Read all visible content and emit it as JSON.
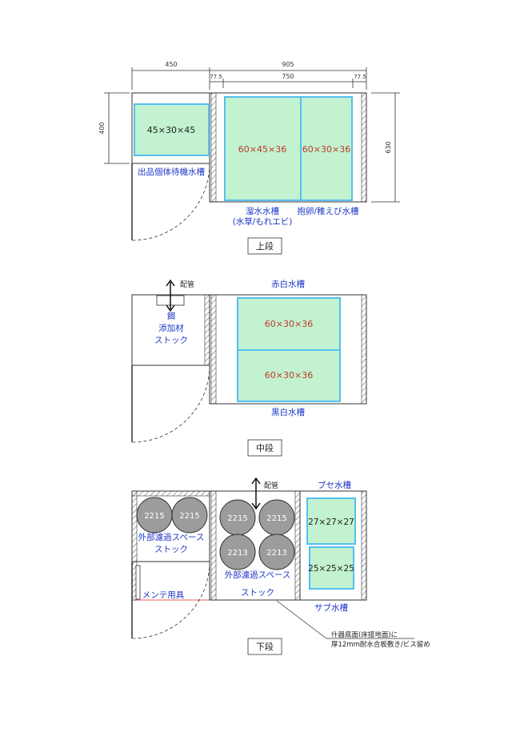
{
  "upper": {
    "dims": {
      "total_width": "905",
      "left_width": "450",
      "margin_left": "77.5",
      "inner_width": "750",
      "margin_right": "77.5",
      "height_left": "400",
      "height_right": "630"
    },
    "tank_small": "45×30×45",
    "tank_main": "60×45×36",
    "tank_side": "60×30×36",
    "label_small": "出品個体待機水槽",
    "label_main_1": "溜水水槽",
    "label_main_2": "(水草/もれエビ)",
    "label_side": "抱卵/稚えび水槽",
    "section_title": "上段"
  },
  "middle": {
    "pipe": "配管",
    "stock_1": "餌",
    "stock_2": "添加材",
    "stock_3": "ストック",
    "top_label": "赤白水槽",
    "tank_top": "60×30×36",
    "tank_bottom": "60×30×36",
    "bottom_label": "黒白水槽",
    "section_title": "中段"
  },
  "lower": {
    "pipe": "配管",
    "filter_left_1": "2215",
    "filter_left_2": "2215",
    "filter_mid_1": "2215",
    "filter_mid_2": "2215",
    "filter_mid_3": "2213",
    "filter_mid_4": "2213",
    "left_label_1": "外部濾過スペース",
    "left_label_2": "ストック",
    "maint": "メンテ用具",
    "mid_label_1": "外部濾過スペース",
    "mid_label_2": "ストック",
    "top_label": "ブセ水槽",
    "tank_top": "27×27×27",
    "tank_bottom": "25×25×25",
    "bottom_label": "サブ水槽",
    "note_1": "什器底面(床接地面)に",
    "note_2": "厚12mm耐水合板敷き/ビス留め",
    "section_title": "下段"
  }
}
